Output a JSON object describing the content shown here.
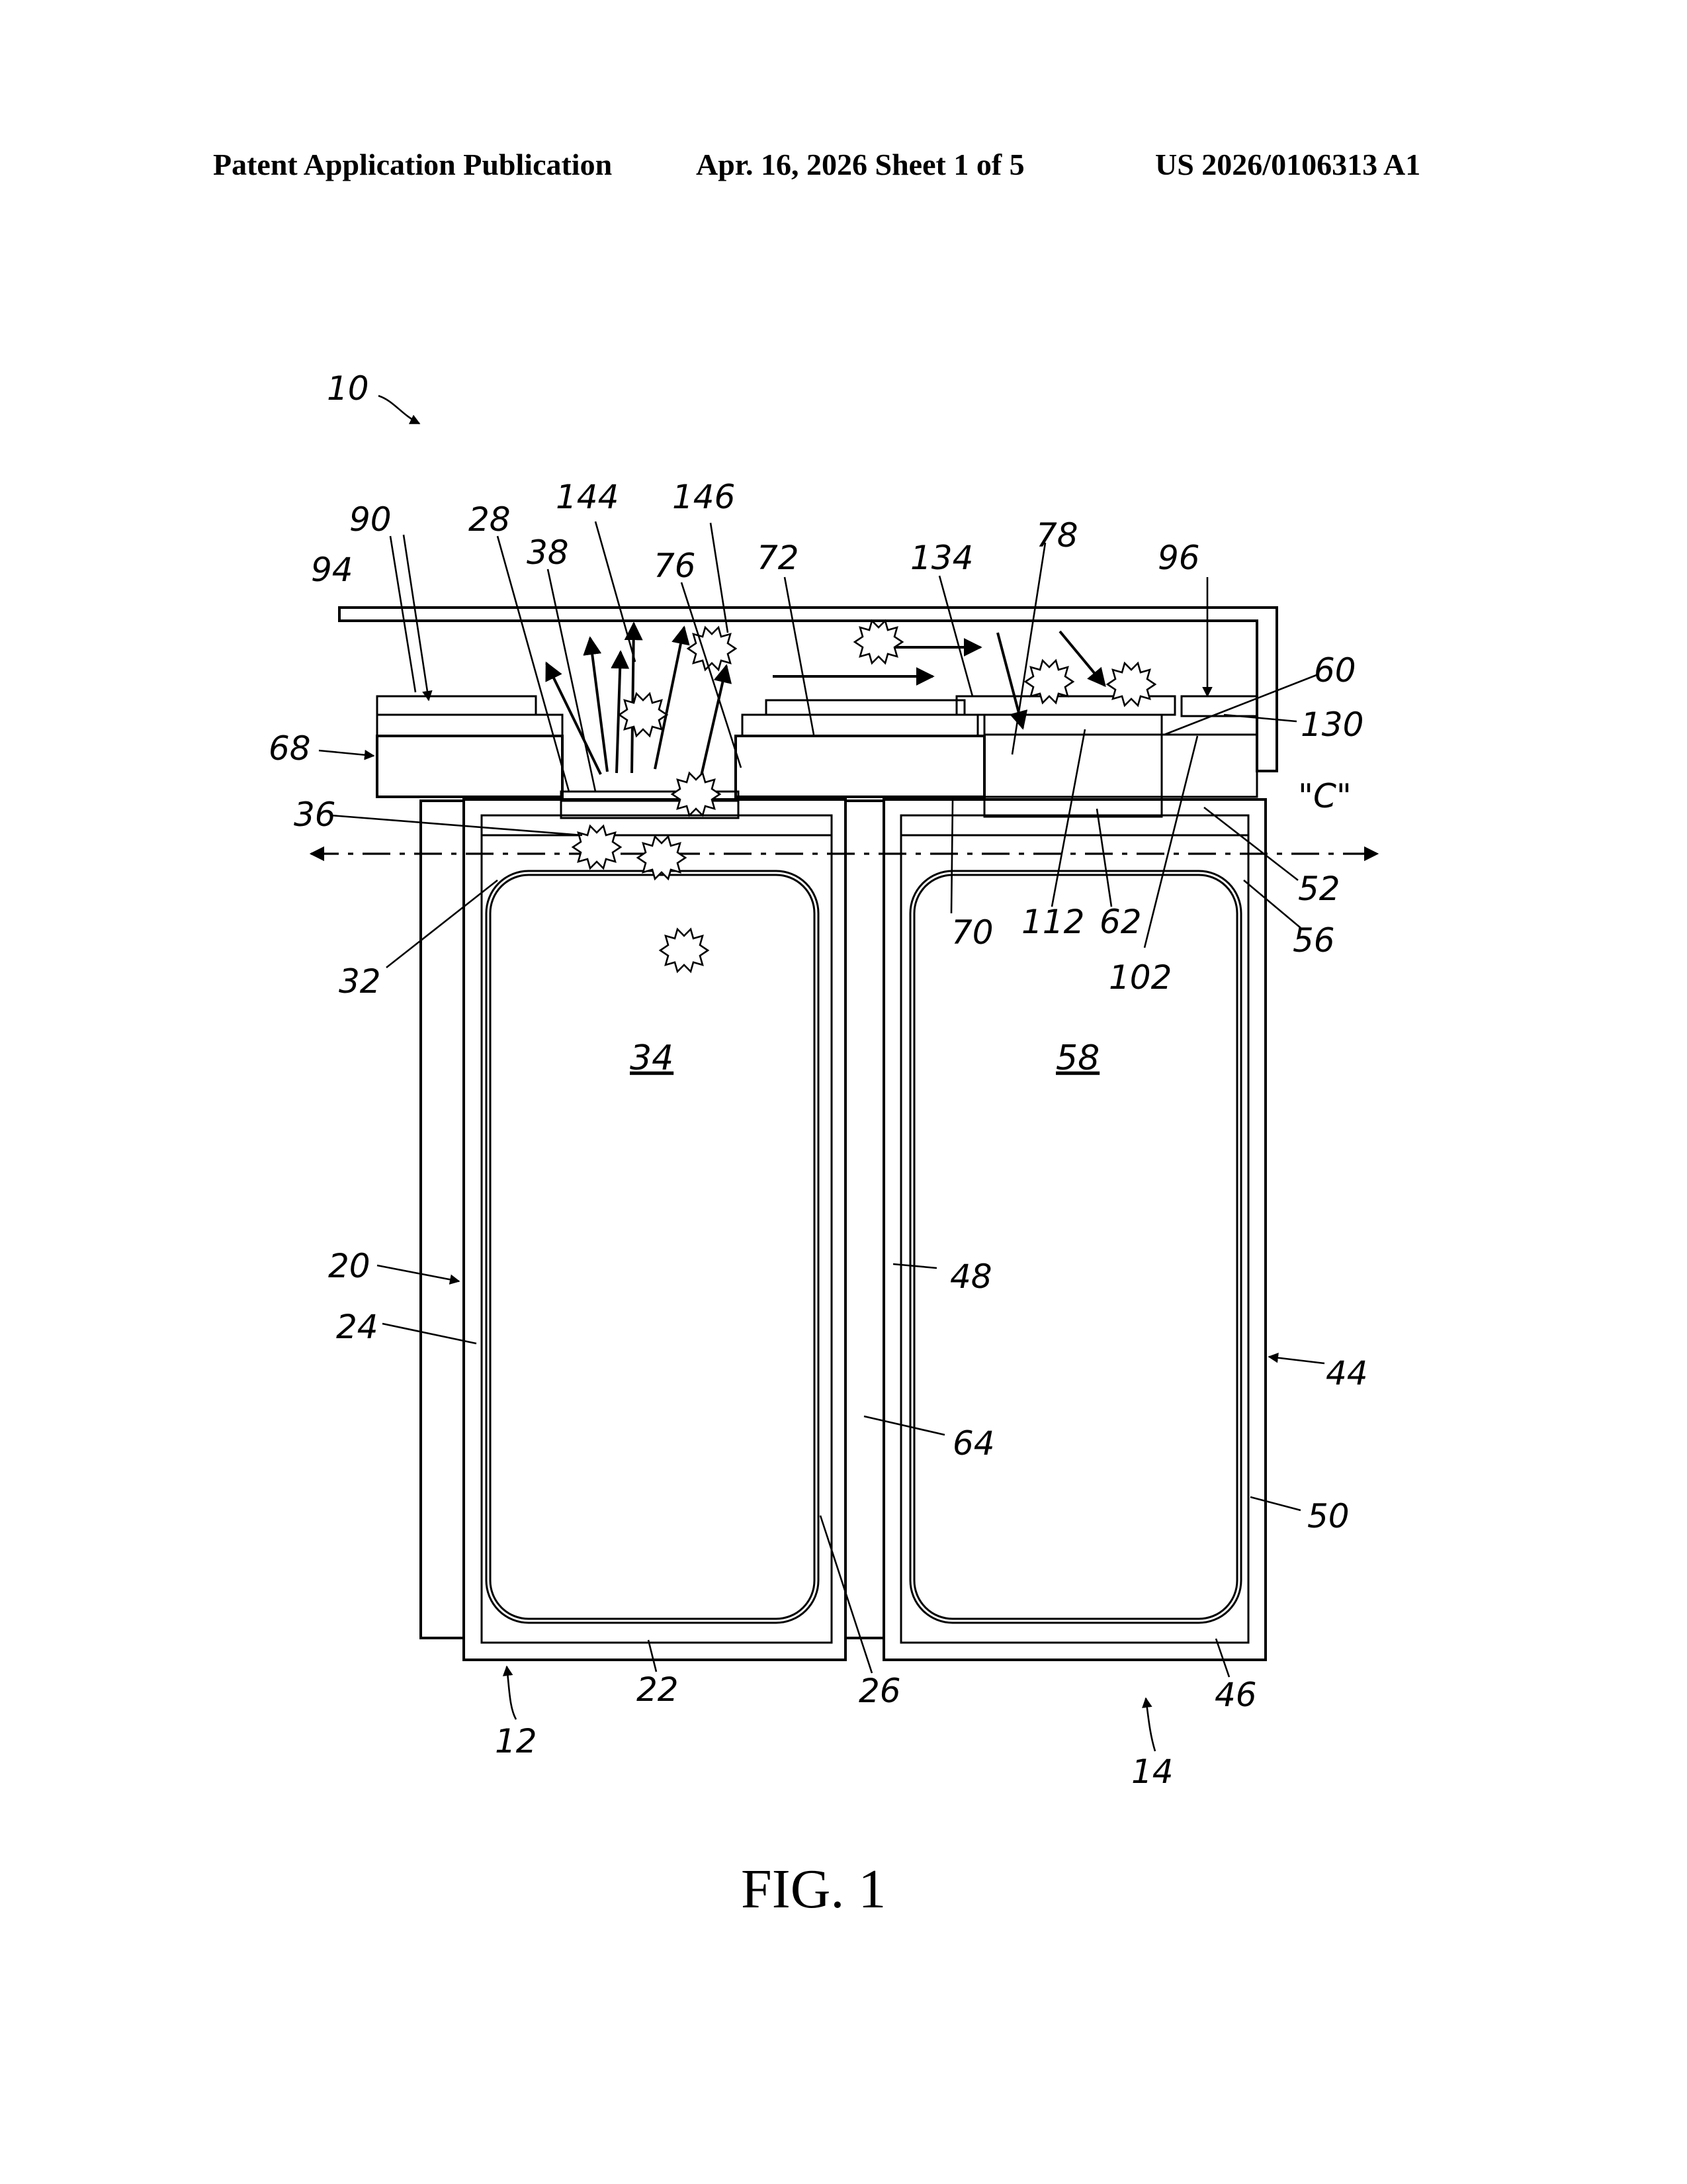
{
  "header": {
    "left": "Patent Application Publication",
    "middle": "Apr. 16, 2026  Sheet 1 of 5",
    "right": "US 2026/0106313 A1"
  },
  "figure": {
    "caption": "FIG. 1",
    "cavity_labels": {
      "left": "34",
      "right": "58"
    },
    "reference_numerals": {
      "n10": "10",
      "n90": "90",
      "n28": "28",
      "n144": "144",
      "n146": "146",
      "n94": "94",
      "n38": "38",
      "n76": "76",
      "n72": "72",
      "n134": "134",
      "n78": "78",
      "n96": "96",
      "n60": "60",
      "n130": "130",
      "n68": "68",
      "nC": "\"C\"",
      "n36": "36",
      "n52": "52",
      "n70": "70",
      "n112": "112",
      "n62": "62",
      "n56": "56",
      "n32": "32",
      "n102": "102",
      "n20": "20",
      "n48": "48",
      "n24": "24",
      "n44": "44",
      "n64": "64",
      "n50": "50",
      "n22": "22",
      "n26": "26",
      "n46": "46",
      "n12": "12",
      "n14": "14"
    }
  }
}
